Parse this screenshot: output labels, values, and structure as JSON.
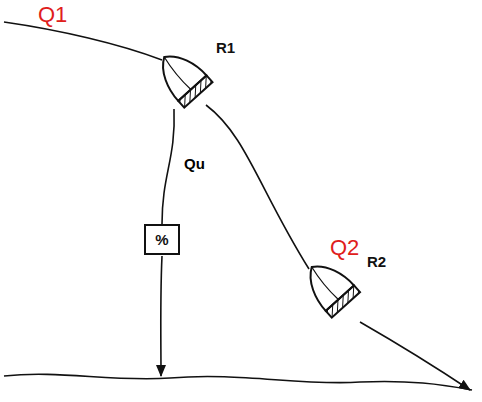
{
  "diagram": {
    "nodes": [
      {
        "text": [
          "R1"
        ]
      },
      {
        "text": [
          "%"
        ]
      },
      {
        "text": [
          "R2"
        ]
      }
    ],
    "edges": [
      {
        "from": 0,
        "to": 1,
        "label": "Qu",
        "arrow": "none"
      },
      {
        "from": 0,
        "to": 2,
        "arrow": "none"
      }
    ],
    "labels": [
      "Q1",
      "Q2"
    ]
  }
}
